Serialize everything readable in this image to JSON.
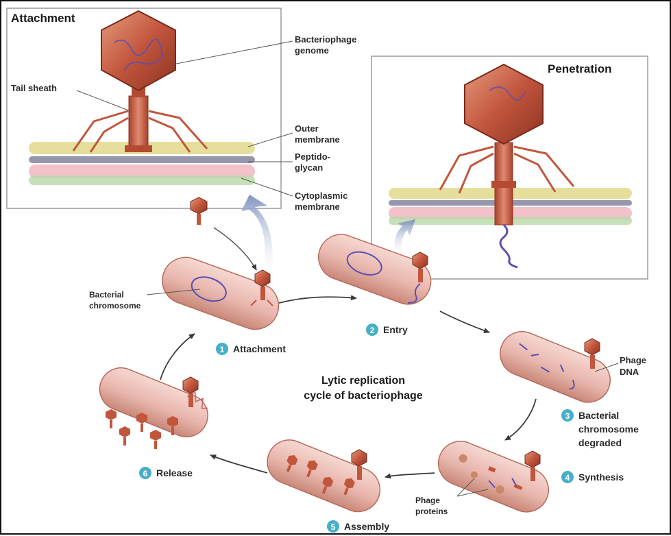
{
  "insets": {
    "attachment": {
      "title": "Attachment",
      "labels": {
        "genome": [
          "Bacteriophage",
          "genome"
        ],
        "tail_sheath": "Tail sheath",
        "outer_membrane": [
          "Outer",
          "membrane"
        ],
        "peptidoglycan": [
          "Peptido-",
          "glycan"
        ],
        "cytoplasmic": [
          "Cytoplasmic",
          "membrane"
        ]
      }
    },
    "penetration": {
      "title": "Penetration"
    }
  },
  "cycle": {
    "title_lines": [
      "Lytic replication",
      "cycle of bacteriophage"
    ],
    "steps": [
      {
        "num": "1",
        "label": "Attachment"
      },
      {
        "num": "2",
        "label": "Entry"
      },
      {
        "num": "3",
        "label": [
          "Bacterial",
          "chromosome",
          "degraded"
        ]
      },
      {
        "num": "4",
        "label": "Synthesis"
      },
      {
        "num": "5",
        "label": "Assembly"
      },
      {
        "num": "6",
        "label": "Release"
      }
    ],
    "labels": {
      "bacterial_chromosome": [
        "Bacterial",
        "chromosome"
      ],
      "phage_dna": [
        "Phage",
        "DNA"
      ],
      "phage_proteins": [
        "Phage",
        "proteins"
      ]
    }
  },
  "colors": {
    "capsid": "#c2563d",
    "capsid_light": "#e59a7d",
    "cell_fill": "#e8b6ad",
    "cell_edge": "#b86a5c",
    "step_circle": "#46b0c8",
    "dna": "#5a4fb0",
    "arrow": "#3a3a3a",
    "membrane_yellow": "#e2d98a",
    "membrane_pink": "#f0b6c0",
    "membrane_green": "#b8d8a8"
  }
}
